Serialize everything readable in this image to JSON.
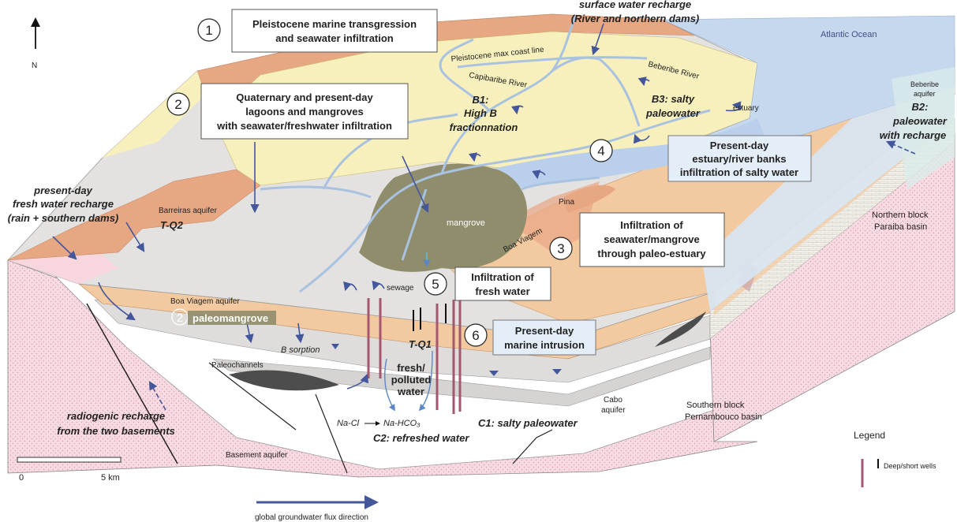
{
  "compass": {
    "label": "N"
  },
  "ocean": {
    "label": "Atlantic Ocean"
  },
  "processes": [
    {
      "num": "1",
      "line1": "Pleistocene marine transgression",
      "line2": "and seawater infiltration"
    },
    {
      "num": "2",
      "line1": "Quaternary and present-day",
      "line2": "lagoons and mangroves",
      "line3": "with seawater/freshwater infiltration"
    },
    {
      "num": "3",
      "line1": "Infiltration of",
      "line2": "seawater/mangrove",
      "line3": "through paleo-estuary"
    },
    {
      "num": "4",
      "line1": "Present-day",
      "line2": "estuary/river banks",
      "line3": "infiltration of salty water"
    },
    {
      "num": "5",
      "line1": "Infiltration of",
      "line2": "fresh water"
    },
    {
      "num": "6",
      "line1": "Present-day",
      "line2": "marine intrusion"
    }
  ],
  "recharge": {
    "surface_line1": "surface water recharge",
    "surface_line2": "(River and northern dams)",
    "fresh_line1": "present-day",
    "fresh_line2": "fresh water recharge",
    "fresh_line3": "(rain + southern dams)",
    "radio_line1": "radiogenic recharge",
    "radio_line2": "from the two basements"
  },
  "labels": {
    "coast_line": "Pleistocene max coast line",
    "capibaribe": "Capibaribe River",
    "beberibe_river": "Beberibe River",
    "estuary": "estuary",
    "beberibe_aquifer_1": "Beberibe",
    "beberibe_aquifer_2": "aquifer",
    "barreiras": "Barreiras aquifer",
    "tq2": "T-Q2",
    "mangrove": "mangrove",
    "pina": "Pina",
    "boa_viagem": "Boa Viagem",
    "northern_block_1": "Northern block",
    "northern_block_2": "Paraiba basin",
    "sewage": "sewage",
    "boa_viagem_aquifer": "Boa Viagem aquifer",
    "paleomangrove_num": "2",
    "paleomangrove": "paleomangrove",
    "b_sorption": "B sorption",
    "tq1": "T-Q1",
    "paleochannels": "Paleochannels",
    "fresh_polluted_1": "fresh/",
    "fresh_polluted_2": "polluted",
    "fresh_polluted_3": "water",
    "cabo_1": "Cabo",
    "cabo_2": "aquifer",
    "southern_block_1": "Southern block",
    "southern_block_2": "Pernambouco basin",
    "nacl": "Na-Cl",
    "nahco3": "Na-HCO₃",
    "c1": "C1: salty paleowater",
    "c2": "C2: refreshed water",
    "basement": "Basement aquifer"
  },
  "zones": {
    "b1_line1": "B1:",
    "b1_line2": "High B",
    "b1_line3": "fractionnation",
    "b2_line1": "B2:",
    "b2_line2": "paleowater",
    "b2_line3": "with recharge",
    "b3_line1": "B3: salty",
    "b3_line2": "paleowater"
  },
  "scale": {
    "start": "0",
    "end": "5 km"
  },
  "legend": {
    "title": "Legend",
    "wells": "Deep/short wells"
  },
  "flux": {
    "label": "global groundwater flux direction"
  },
  "colors": {
    "sand": "#f8f0bc",
    "orange": "#f3c9a0",
    "terracotta": "#e8a783",
    "grey": "#e3e2e0",
    "mangrove": "#8f8d6b",
    "blue": "#c6d8ee",
    "pink": "#f7d6dd",
    "well": "#a4576f",
    "arrow": "#44569c"
  }
}
